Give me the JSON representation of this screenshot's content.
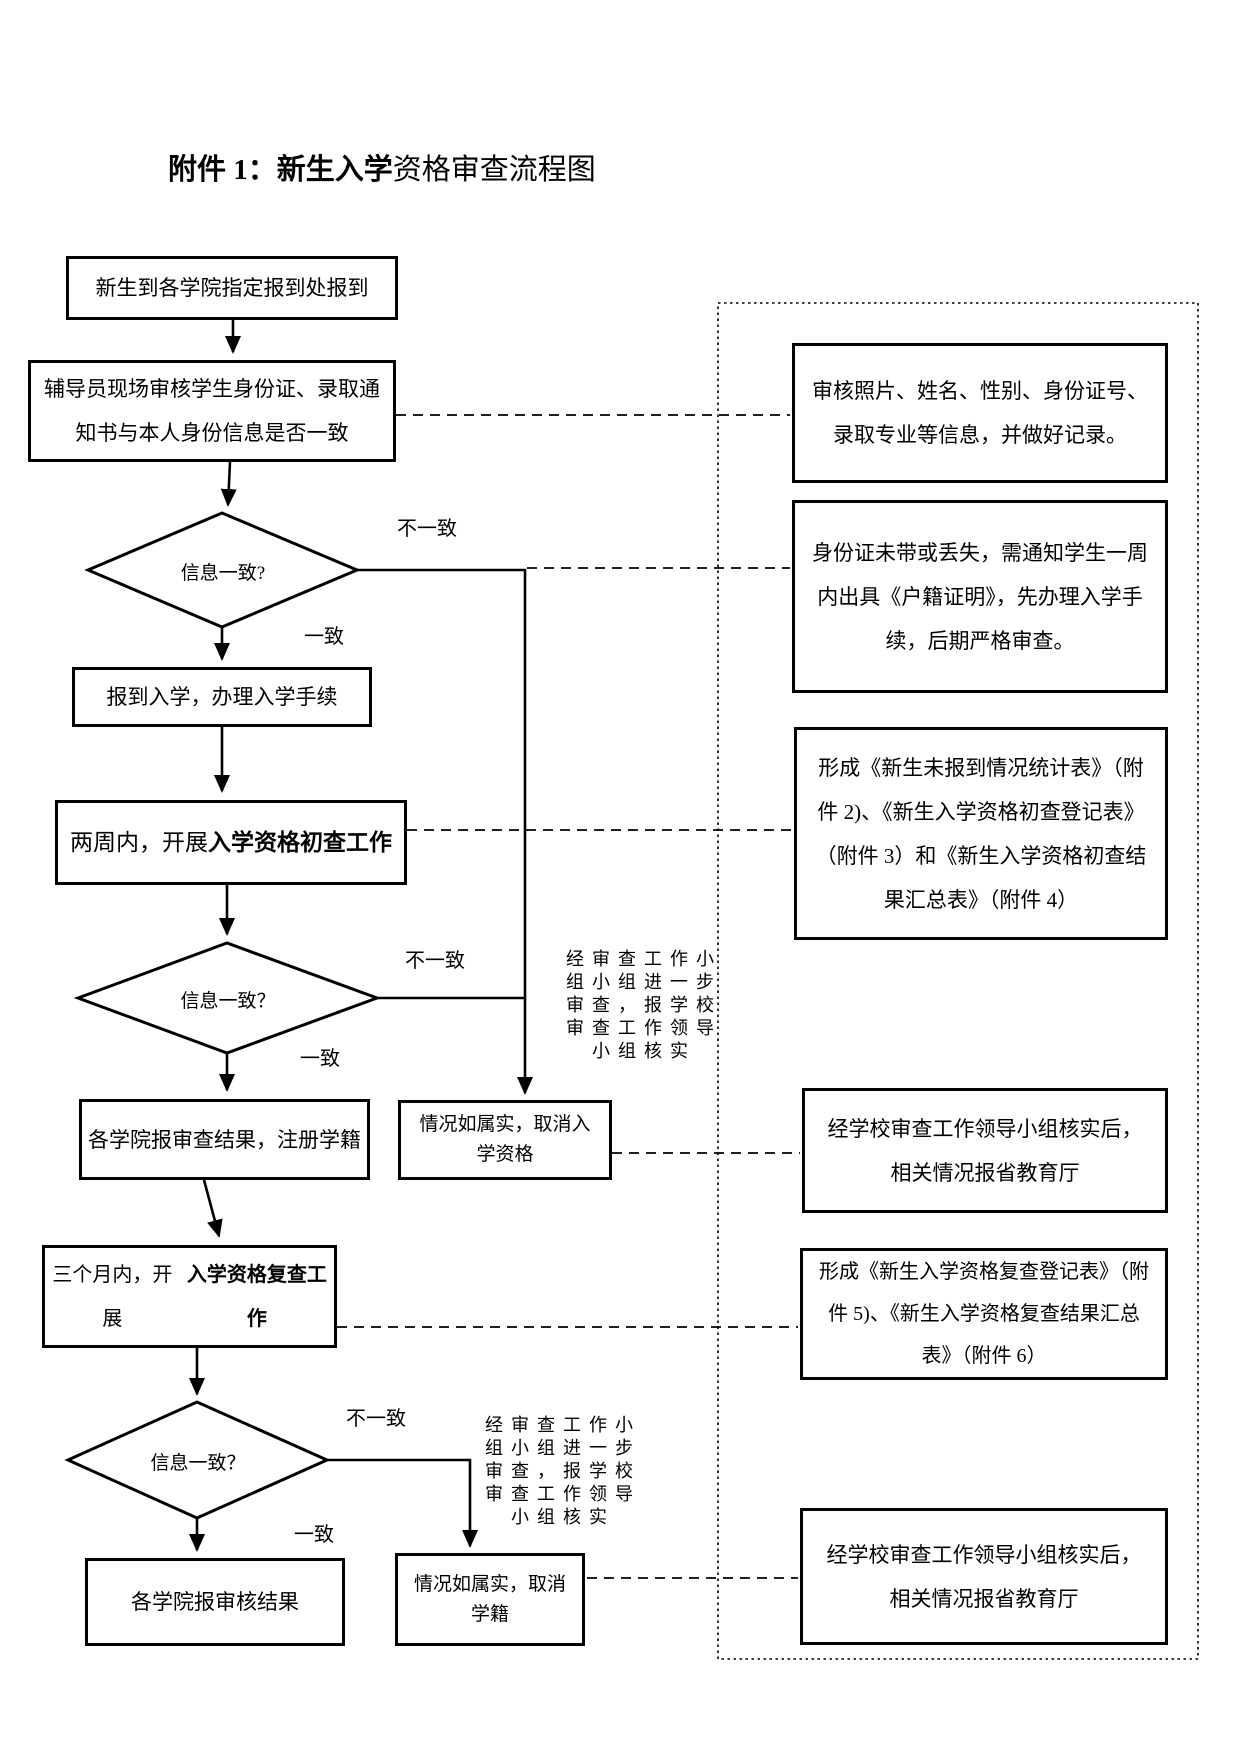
{
  "colors": {
    "line": "#000000",
    "background": "#ffffff"
  },
  "title": {
    "bold_part": "附件 1：新生入学",
    "regular_part": "资格审查流程图"
  },
  "flow": {
    "box_checkin": "新生到各学院指定报到处报到",
    "box_id_verify": "辅导员现场审核学生身份证、录取通\n知书与本人身份信息是否一致",
    "decision1": "信息一致?",
    "label_mismatch1": "不一致",
    "label_match1": "一致",
    "box_enroll": "报到入学，办理入学手续",
    "box_initial_prefix": "两周内，开展",
    "box_initial_bold": "入学资格初查工作",
    "decision2": "信息一致？",
    "label_mismatch2": "不一致",
    "label_match2": "一致",
    "box_register": "各学院报审查结果，注册学籍",
    "box_cancel_admission": "情况如属实，取消入\n学资格",
    "note_review_team1": "经审查工作小\n组小组进一步\n审查，报学校\n审查工作领导\n小组核实",
    "box_recheck_prefix": "三个月内，开展",
    "box_recheck_bold": "入学资格复查工作",
    "decision3": "信息一致？",
    "label_mismatch3": "不一致",
    "label_match3": "一致",
    "note_review_team2": "经审查工作小\n组小组进一步\n审查，报学校\n审查工作领导\n小组核实",
    "box_final_result": "各学院报审核结果",
    "box_cancel_enrollment": "情况如属实，取消\n学籍"
  },
  "side_notes": {
    "note_verify_items": "审核照片、姓名、性别、身份证号、\n录取专业等信息，并做好记录。",
    "note_id_missing": "身份证未带或丢失，需通知学生一周\n内出具《户籍证明》，先办理入学手\n续，后期严格审查。",
    "note_forms_initial": "形成《新生未报到情况统计表》（附\n件 2)、《新生入学资格初查登记表》\n（附件 3）和《新生入学资格初查结\n果汇总表》（附件 4）",
    "note_report_province1": "经学校审查工作领导小组核实后，\n相关情况报省教育厅",
    "note_forms_recheck": "形成《新生入学资格复查登记表》（附\n件 5)、《新生入学资格复查结果汇总\n表》（附件 6）",
    "note_report_province2": "经学校审查工作领导小组核实后，\n相关情况报省教育厅"
  }
}
